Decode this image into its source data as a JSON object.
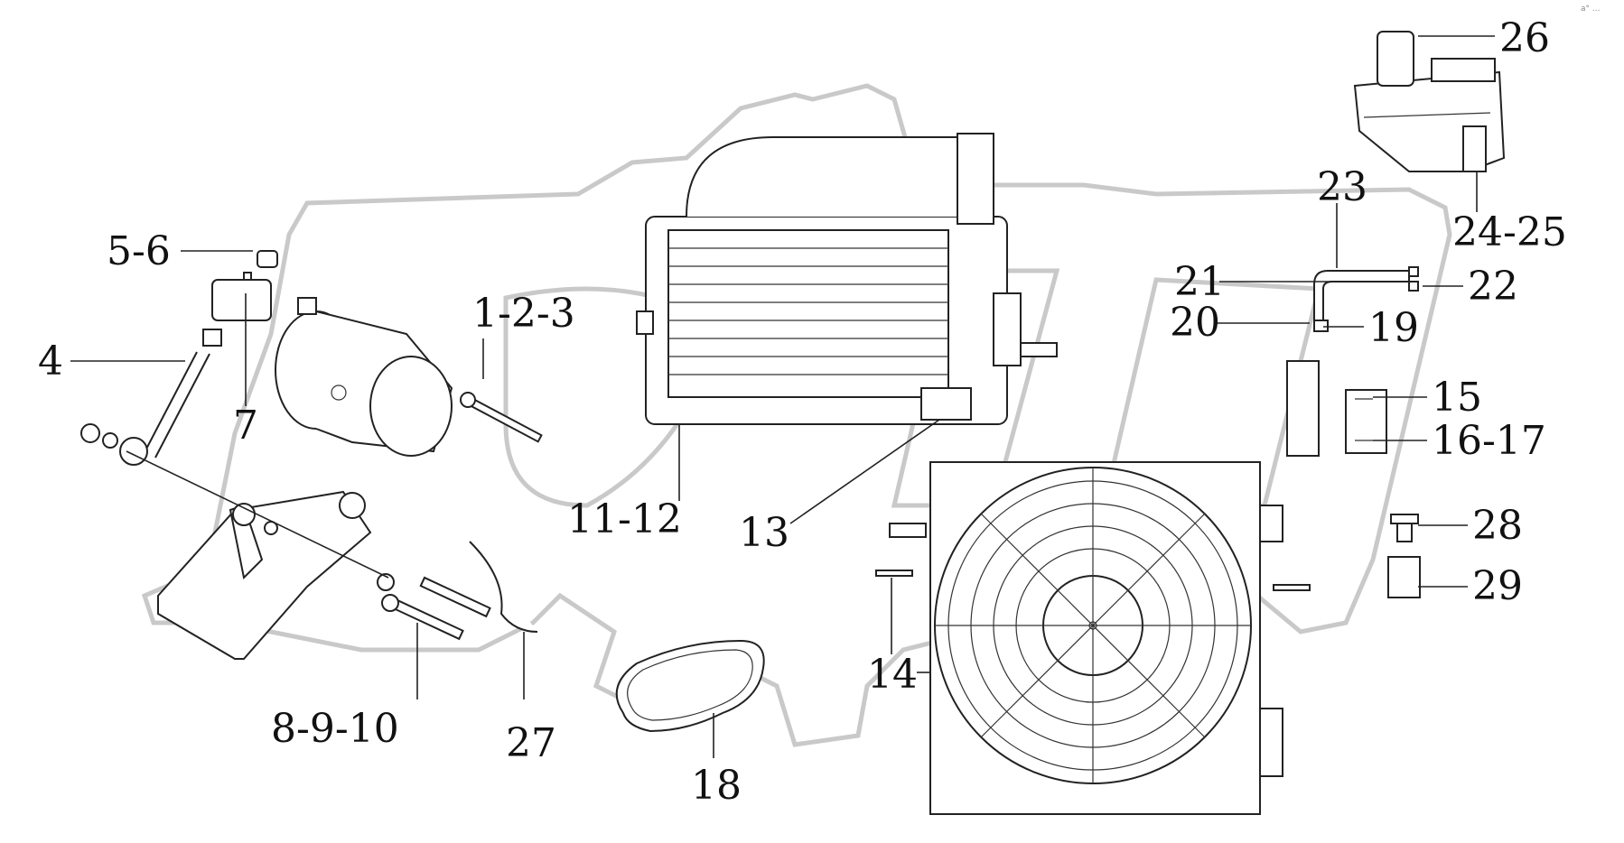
{
  "corner_mark": "a° ...",
  "labels": [
    {
      "id": "l26",
      "text": "26"
    },
    {
      "id": "l2425",
      "text": "24-25"
    },
    {
      "id": "l23",
      "text": "23"
    },
    {
      "id": "l21",
      "text": "21"
    },
    {
      "id": "l22",
      "text": "22"
    },
    {
      "id": "l20",
      "text": "20"
    },
    {
      "id": "l19",
      "text": "19"
    },
    {
      "id": "l15",
      "text": "15"
    },
    {
      "id": "l1617",
      "text": "16-17"
    },
    {
      "id": "l28",
      "text": "28"
    },
    {
      "id": "l29",
      "text": "29"
    },
    {
      "id": "l56",
      "text": "5-6"
    },
    {
      "id": "l4",
      "text": "4"
    },
    {
      "id": "l7",
      "text": "7"
    },
    {
      "id": "l123",
      "text": "1-2-3"
    },
    {
      "id": "l1112",
      "text": "11-12"
    },
    {
      "id": "l13",
      "text": "13"
    },
    {
      "id": "l14",
      "text": "14"
    },
    {
      "id": "l8910",
      "text": "8-9-10"
    },
    {
      "id": "l27",
      "text": "27"
    },
    {
      "id": "l18",
      "text": "18"
    }
  ]
}
